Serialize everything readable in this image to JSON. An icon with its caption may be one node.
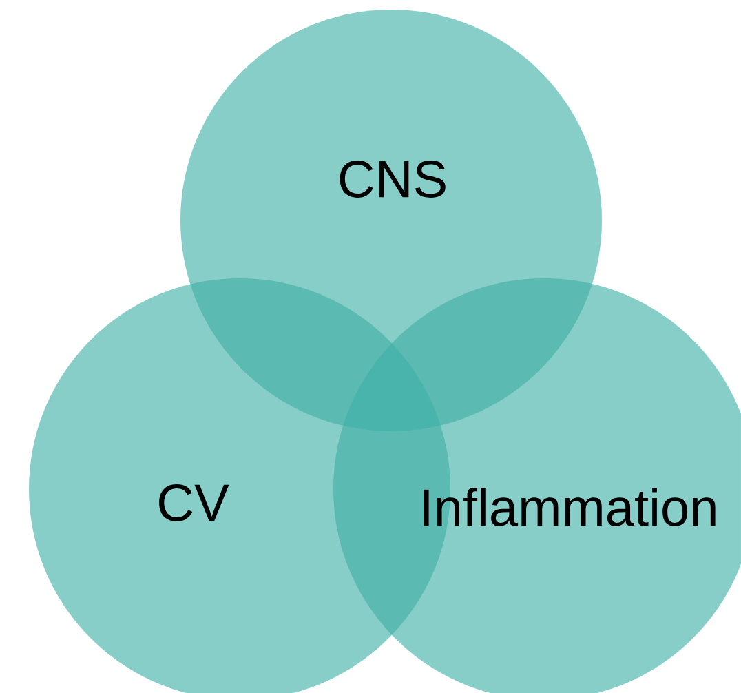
{
  "diagram": {
    "nodes": [
      {
        "text": [
          "CNS"
        ]
      },
      {
        "text": [
          "CV"
        ]
      },
      {
        "text": [
          "Inflammation"
        ]
      }
    ]
  }
}
